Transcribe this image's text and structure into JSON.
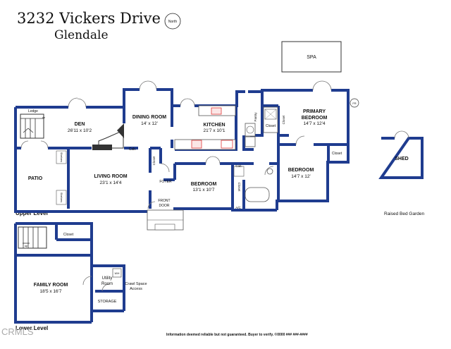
{
  "header": {
    "address": "3232 Vickers Drive",
    "city": "Glendale"
  },
  "north_badge": "North",
  "rooms": {
    "spa": "SPA",
    "den": "DEN",
    "den_size": "26'11 x 10'2",
    "ledge": "Ledge",
    "dn": "dn",
    "dining": "DINING ROOM",
    "dining_size": "14' x 12'",
    "kitchen": "KITCHEN",
    "kitchen_size": "21'7 x 10'1",
    "pantry": "Pantry",
    "closet": "Closet",
    "primary": "PRIMARY",
    "primary2": "BEDROOM",
    "primary_size": "14'7 x 12'4",
    "fr": "FR",
    "shed": "SHED",
    "patio": "PATIO",
    "shelves": "Shelves",
    "living": "LIVING ROOM",
    "living_size": "23'1 x 14'4",
    "cab": "Cab.",
    "foyer": "FOYER",
    "front_door": "FRONT",
    "front_door2": "DOOR",
    "bedroom": "BEDROOM",
    "bedroom_size": "13'1 x 10'7",
    "bedroom2": "BEDROOM",
    "bedroom2_size": "14'7 x 12'",
    "ac": "A/C",
    "family": "FAMILY ROOM",
    "family_size": "18'5 x 16'7",
    "up": "up",
    "utility": "Utility",
    "utility2": "Room",
    "storage": "STORAGE",
    "crawl": "Crawl Space",
    "crawl2": "Access",
    "wh": "W/H"
  },
  "labels": {
    "upper_level": "Upper Level",
    "lower_level": "Lower Level",
    "raised_bed": "Raised Bed Garden",
    "disclaimer": "Information deemed reliable but not guaranteed. Buyer to verify. ©0000 ### ###-####",
    "watermark": "CRMLS"
  },
  "colors": {
    "wall": "#1f3c8f",
    "counter_red": "#e23a3a"
  }
}
